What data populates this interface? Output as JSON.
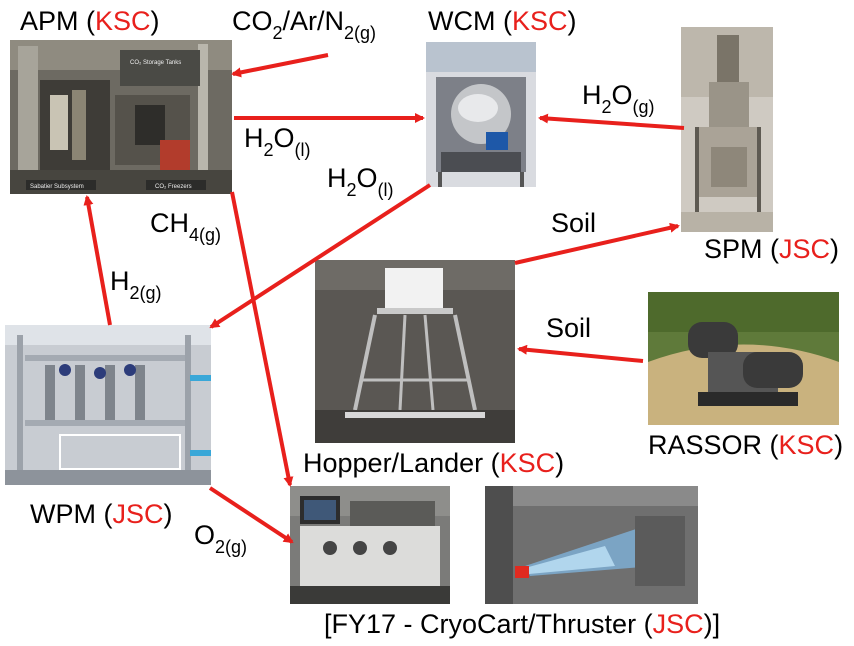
{
  "colors": {
    "arrow": "#e8201c",
    "org": "#e8201c"
  },
  "modules": {
    "apm": {
      "name": "APM",
      "org": "KSC",
      "caption_sabatier": "Sabatier Subsystem",
      "caption_freezers": "CO₂ Freezers",
      "caption_tanks": "CO₂ Storage Tanks"
    },
    "wcm": {
      "name": "WCM",
      "org": "KSC"
    },
    "spm": {
      "name": "SPM",
      "org": "JSC"
    },
    "wpm": {
      "name": "WPM",
      "org": "JSC"
    },
    "rassor": {
      "name": "RASSOR",
      "org": "KSC"
    },
    "hopper": {
      "name": "Hopper/Lander",
      "org": "KSC"
    },
    "cryocart": {
      "prefix": "[FY17 - CryoCart/Thruster (",
      "org": "JSC",
      "suffix": ")]"
    }
  },
  "flows": {
    "co2_input": {
      "a": "CO",
      "sub_a": "2",
      "b": "/Ar/N",
      "sub_b": "2(g)"
    },
    "h2o_liquid_apm": {
      "main": "H",
      "sub_a": "2",
      "mid": "O",
      "sub_b": "(l)"
    },
    "h2o_liquid_wcm": {
      "main": "H",
      "sub_a": "2",
      "mid": "O",
      "sub_b": "(l)"
    },
    "h2o_gas_spm": {
      "main": "H",
      "sub_a": "2",
      "mid": "O",
      "sub_b": "(g)"
    },
    "ch4": {
      "main": "CH",
      "sub": "4(g)"
    },
    "h2": {
      "main": "H",
      "sub": "2(g)"
    },
    "o2": {
      "main": "O",
      "sub": "2(g)"
    },
    "soil_hopper": "Soil",
    "soil_rassor": "Soil"
  }
}
